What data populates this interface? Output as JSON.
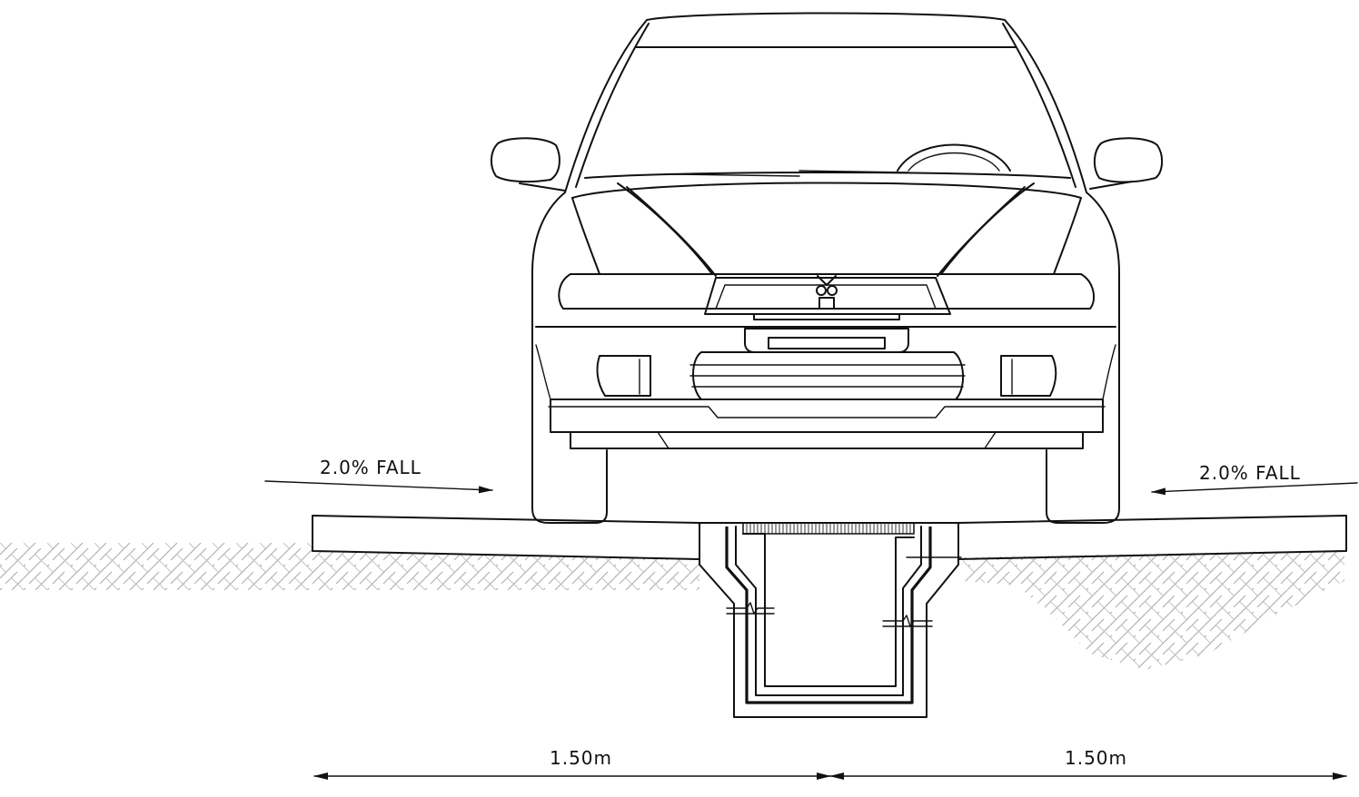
{
  "annotations": {
    "fall_left": "2.0% FALL",
    "fall_right": "2.0% FALL",
    "dim_left": "1.50m",
    "dim_right": "1.50m"
  },
  "colors": {
    "line": "#111111",
    "hatch": "#b0b0b0",
    "background": "#ffffff"
  }
}
